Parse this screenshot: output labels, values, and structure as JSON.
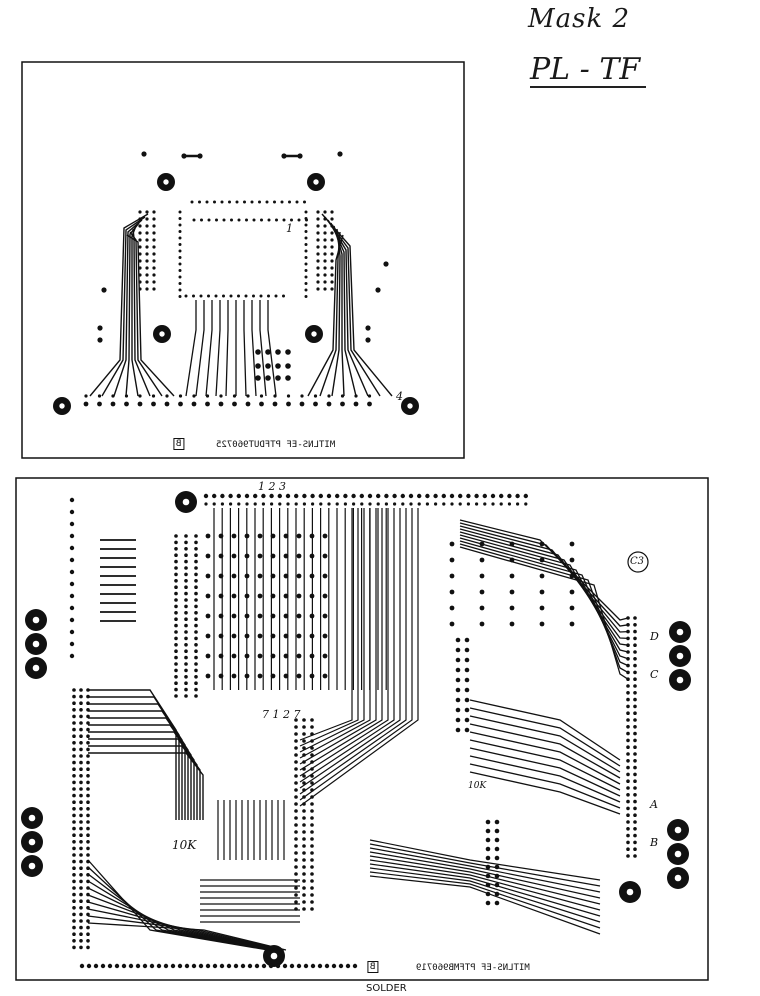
{
  "handwriting": {
    "mask": "Mask 2",
    "layer": "PL - TF"
  },
  "top_board": {
    "code": "MITLNS-EF PTFDUT960725",
    "rev_box": "B",
    "pin_mark": "1",
    "label_letter": "4"
  },
  "bottom_board": {
    "code": "MITLNS-EF PTFMB960719",
    "rev_box": "B",
    "chip_marks_top": "1 2 3",
    "chip_marks_bottom": "7 1 2 7",
    "res_label_left": "10K",
    "res_label_mid": "10K",
    "circle_label": "C3",
    "side_letters": [
      "D",
      "C",
      "A",
      "B"
    ],
    "footer": "SOLDER"
  },
  "colors": {
    "ink": "#111111",
    "paper": "#ffffff"
  }
}
